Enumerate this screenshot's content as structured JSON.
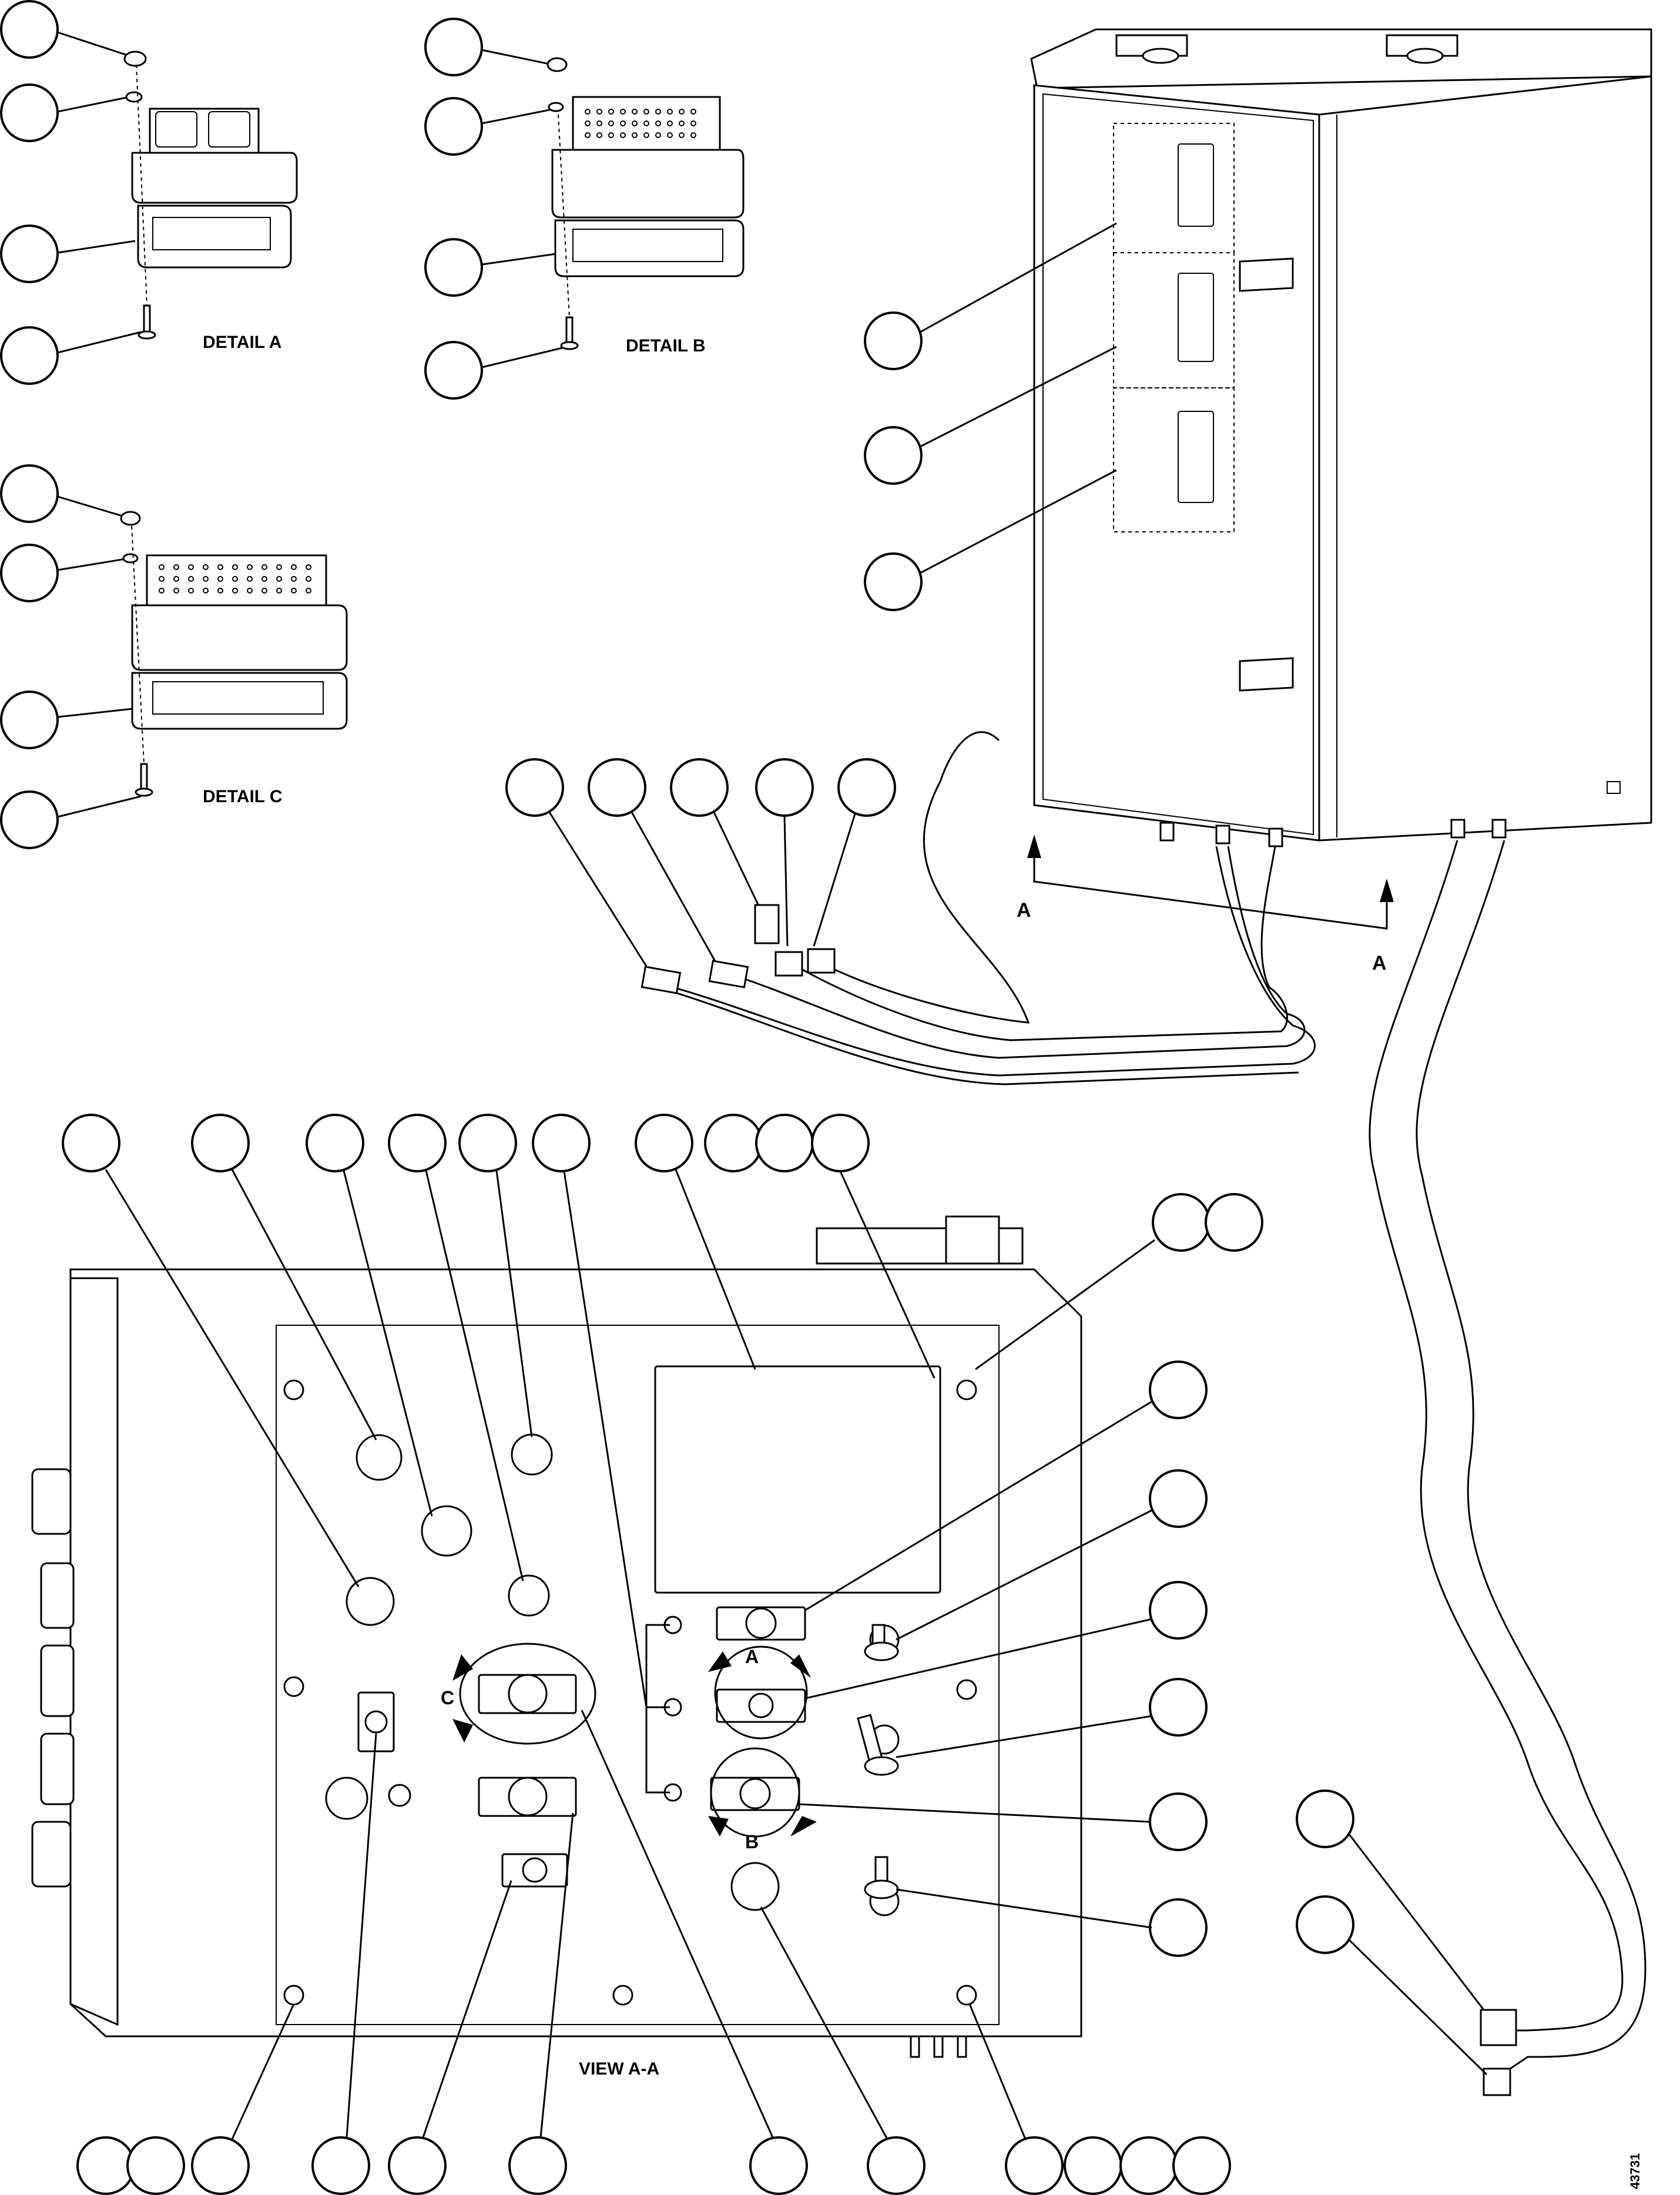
{
  "details": {
    "a": "DETAIL A",
    "b": "DETAIL B",
    "c": "DETAIL C"
  },
  "section_arrows": {
    "left": "A",
    "right": "A"
  },
  "view_labels": {
    "main": "VIEW A-A",
    "knob_a": "A",
    "knob_b": "B",
    "knob_c": "C"
  },
  "drawing_number": "43731"
}
